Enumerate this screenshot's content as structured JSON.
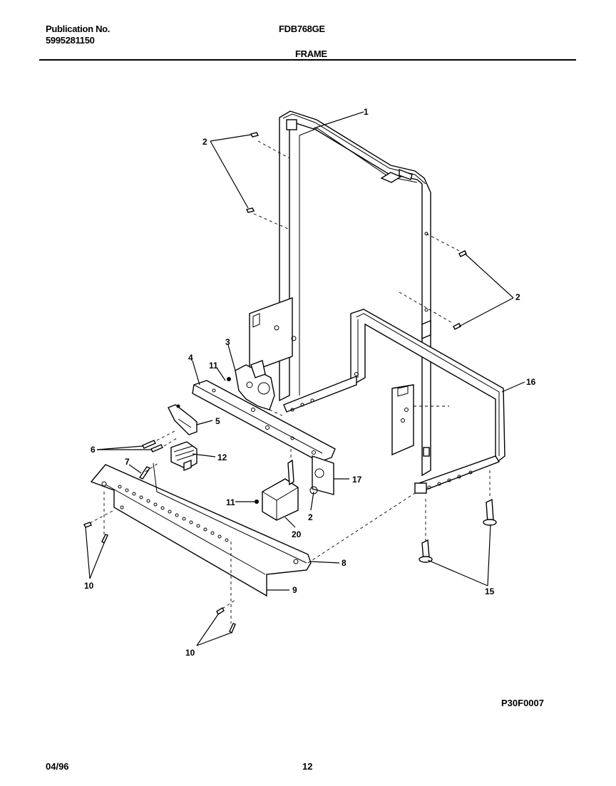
{
  "header": {
    "publication_label": "Publication No.",
    "publication_number": "5995281150",
    "model": "FDB768GE",
    "section": "FRAME"
  },
  "diagram": {
    "callouts": [
      "1",
      "2",
      "2",
      "3",
      "4",
      "11",
      "5",
      "6",
      "12",
      "7",
      "11",
      "2",
      "17",
      "20",
      "8",
      "9",
      "10",
      "10",
      "16",
      "15"
    ]
  },
  "figure_code": "P30F0007",
  "footer": {
    "date": "04/96",
    "page": "12"
  }
}
